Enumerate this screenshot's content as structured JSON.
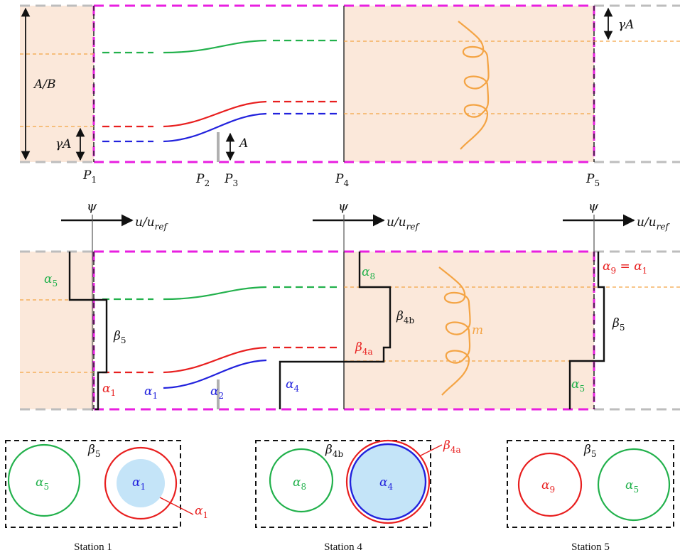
{
  "colors": {
    "magenta": "#e81fe0",
    "shade": "#fbe8da",
    "orange": "#f4a444",
    "green": "#22b14c",
    "red": "#e81f1f",
    "blue": "#2222dd",
    "lightblue": "#c4e4f8",
    "gray": "#bdbdbd",
    "black": "#111111"
  },
  "top": {
    "ab": "A/B",
    "gamma_a_left": "γA",
    "gamma_a_right": "γA",
    "a": "A",
    "p": [
      "P",
      "P",
      "P",
      "P",
      "P"
    ],
    "p_sub": [
      "1",
      "2",
      "3",
      "4",
      "5"
    ]
  },
  "middle": {
    "psi": [
      "ψ",
      "ψ",
      "ψ"
    ],
    "u": "u/u",
    "u_sub": "ref",
    "alpha5_left": {
      "base": "α",
      "sub": "5"
    },
    "beta5_left": {
      "base": "β",
      "sub": "5"
    },
    "alpha1_left": {
      "base": "α",
      "sub": "1"
    },
    "alpha1_flow": {
      "base": "α",
      "sub": "1"
    },
    "alpha2_flow": {
      "base": "α",
      "sub": "2"
    },
    "alpha4": {
      "base": "α",
      "sub": "4"
    },
    "alpha8": {
      "base": "α",
      "sub": "8"
    },
    "beta4b": {
      "base": "β",
      "sub": "4b"
    },
    "beta4a": {
      "base": "β",
      "sub": "4a"
    },
    "m": "m",
    "alpha9_eq": {
      "base": "α",
      "sub": "9",
      "eq": " = ",
      "base2": "α",
      "sub2": "1"
    },
    "beta5_right": {
      "base": "β",
      "sub": "5"
    },
    "alpha5_right": {
      "base": "α",
      "sub": "5"
    }
  },
  "stations": [
    {
      "name": "Station 1",
      "beta": {
        "base": "β",
        "sub": "5"
      },
      "circle_a": {
        "base": "α",
        "sub": "5"
      },
      "circle_b": {
        "base": "α",
        "sub": "1"
      },
      "callout": {
        "base": "α",
        "sub": "1"
      }
    },
    {
      "name": "Station 4",
      "beta": {
        "base": "β",
        "sub": "4b"
      },
      "circle_a": {
        "base": "α",
        "sub": "8"
      },
      "circle_b": {
        "base": "α",
        "sub": "4"
      },
      "callout": {
        "base": "β",
        "sub": "4a"
      }
    },
    {
      "name": "Station 5",
      "beta": {
        "base": "β",
        "sub": "5"
      },
      "circle_a": {
        "base": "α",
        "sub": "9"
      },
      "circle_b": {
        "base": "α",
        "sub": "5"
      }
    }
  ]
}
